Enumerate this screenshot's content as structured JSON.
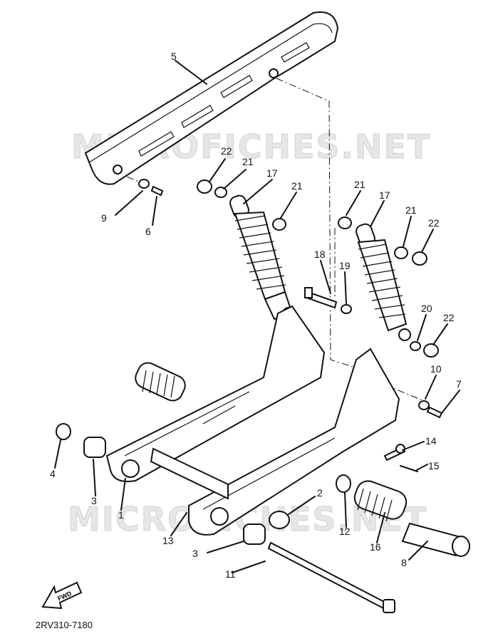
{
  "watermark": "MICROFICHES.NET",
  "diagram_code": "2RV310-7180",
  "fwd_label": "FWD",
  "callouts": [
    {
      "id": "c1",
      "label": "1"
    },
    {
      "id": "c2",
      "label": "2"
    },
    {
      "id": "c3a",
      "label": "3"
    },
    {
      "id": "c3b",
      "label": "3"
    },
    {
      "id": "c4",
      "label": "4"
    },
    {
      "id": "c5",
      "label": "5"
    },
    {
      "id": "c6",
      "label": "6"
    },
    {
      "id": "c7",
      "label": "7"
    },
    {
      "id": "c8",
      "label": "8"
    },
    {
      "id": "c9",
      "label": "9"
    },
    {
      "id": "c10",
      "label": "10"
    },
    {
      "id": "c11",
      "label": "11"
    },
    {
      "id": "c12",
      "label": "12"
    },
    {
      "id": "c13",
      "label": "13"
    },
    {
      "id": "c14",
      "label": "14"
    },
    {
      "id": "c15",
      "label": "15"
    },
    {
      "id": "c16",
      "label": "16"
    },
    {
      "id": "c17a",
      "label": "17"
    },
    {
      "id": "c17b",
      "label": "17"
    },
    {
      "id": "c18",
      "label": "18"
    },
    {
      "id": "c19",
      "label": "19"
    },
    {
      "id": "c20",
      "label": "20"
    },
    {
      "id": "c21a",
      "label": "21"
    },
    {
      "id": "c21b",
      "label": "21"
    },
    {
      "id": "c21c",
      "label": "21"
    },
    {
      "id": "c21d",
      "label": "21"
    },
    {
      "id": "c22a",
      "label": "22"
    },
    {
      "id": "c22b",
      "label": "22"
    },
    {
      "id": "c22c",
      "label": "22"
    }
  ]
}
